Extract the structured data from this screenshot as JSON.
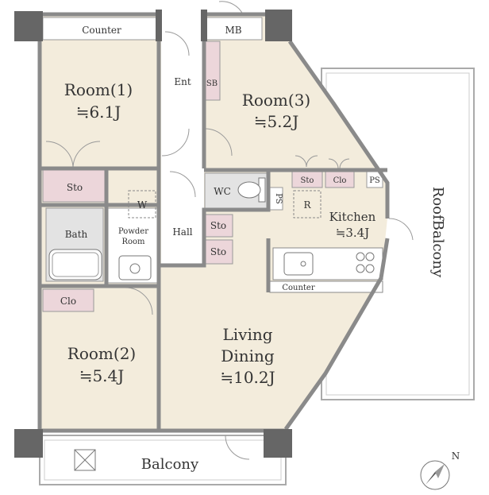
{
  "colors": {
    "room": "#f3ecdc",
    "storage": "#ecd6da",
    "wet": "#e3e3e3",
    "wall": "#8a8a8a",
    "pillar": "#666666",
    "outline": "#aaaaaa"
  },
  "rooms": {
    "room1": {
      "name": "Room(1)",
      "size": "≒6.1J"
    },
    "room2": {
      "name": "Room(2)",
      "size": "≒5.4J"
    },
    "room3": {
      "name": "Room(3)",
      "size": "≒5.2J"
    },
    "living": {
      "name1": "Living",
      "name2": "Dining",
      "size": "≒10.2J"
    },
    "kitchen": {
      "name": "Kitchen",
      "size": "≒3.4J"
    }
  },
  "labels": {
    "counter_top": "Counter",
    "counter_kitchen": "Counter",
    "mb": "MB",
    "ent": "Ent",
    "sb": "SB",
    "sto_left": "Sto",
    "sto_hall_1": "Sto",
    "sto_hall_2": "Sto",
    "sto_kitchen": "Sto",
    "clo_kitchen": "Clo",
    "clo_room2": "Clo",
    "ps_1": "PS",
    "ps_2": "PS",
    "wc": "WC",
    "w": "W",
    "r": "R",
    "bath": "Bath",
    "powder_1": "Powder",
    "powder_2": "Room",
    "hall": "Hall",
    "balcony": "Balcony",
    "roof_balcony": "RoofBalcony",
    "north": "N"
  },
  "icons": {
    "compass": "north-arrow-icon",
    "balcony_hatch": "crossed-box-icon",
    "tub": "bathtub-icon",
    "sink": "sink-icon",
    "toilet": "toilet-icon",
    "stove": "stove-icon"
  }
}
